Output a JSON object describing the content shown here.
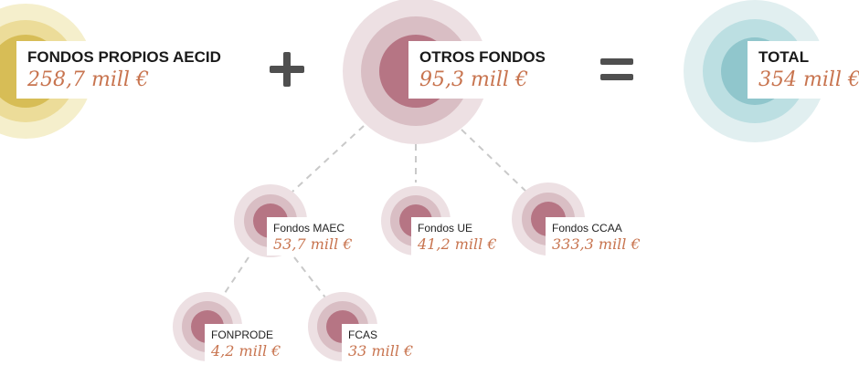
{
  "colors": {
    "gold": [
      "#f5efcc",
      "#ecdc99",
      "#d7bd56"
    ],
    "rose": [
      "#ede0e3",
      "#d9bec4",
      "#b67584"
    ],
    "teal": [
      "#e1eff0",
      "#bcdfe2",
      "#90c6cc"
    ],
    "value": "#c8744f",
    "operator": "#4f4f4f",
    "connector": "#c9c9c9"
  },
  "nodes": {
    "fondos_propios": {
      "title": "FONDOS PROPIOS AECID",
      "value": "258,7 mill €"
    },
    "otros_fondos": {
      "title": "OTROS FONDOS",
      "value": "95,3 mill €"
    },
    "total": {
      "title": "TOTAL",
      "value": "354 mill €"
    },
    "fondos_maec": {
      "title": "Fondos MAEC",
      "value": "53,7 mill €"
    },
    "fondos_ue": {
      "title": "Fondos UE",
      "value": "41,2 mill €"
    },
    "fondos_ccaa": {
      "title": "Fondos CCAA",
      "value": "333,3 mill €"
    },
    "fonprode": {
      "title": "FONPRODE",
      "value": "4,2 mill €"
    },
    "fcas": {
      "title": "FCAS",
      "value": "33 mill €"
    }
  },
  "operators": {
    "plus": "plus-icon",
    "equals": "equals-icon"
  }
}
